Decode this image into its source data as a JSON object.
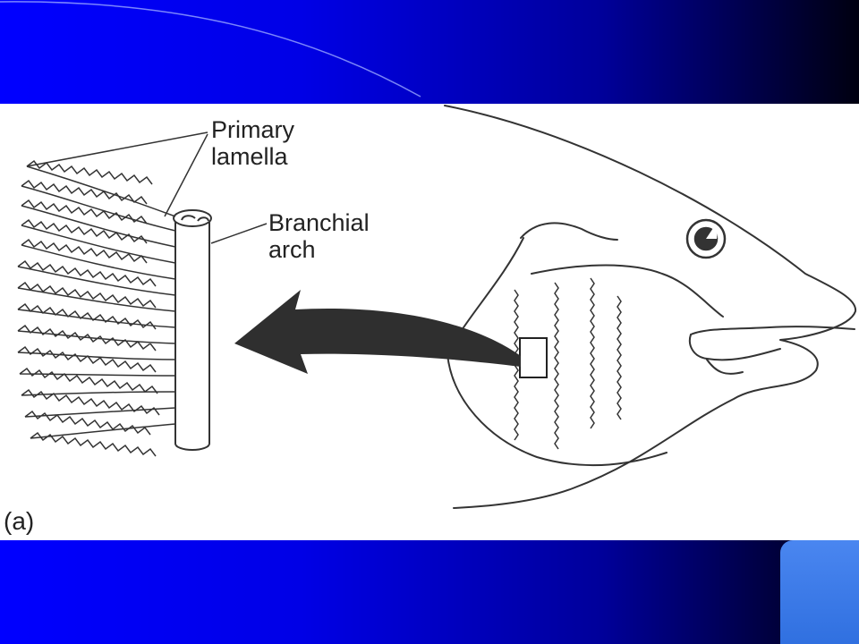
{
  "labels": {
    "primary_line1": "Primary",
    "primary_line2": "lamella",
    "branchial_line1": "Branchial",
    "branchial_line2": "arch",
    "panel": "(a)"
  },
  "colors": {
    "band": "#0000ff",
    "band_dark": "#000010",
    "accent_tab": "#3f7fe8",
    "diagram_bg": "#ffffff",
    "line": "#333333",
    "arrow": "#2f2f2f"
  }
}
